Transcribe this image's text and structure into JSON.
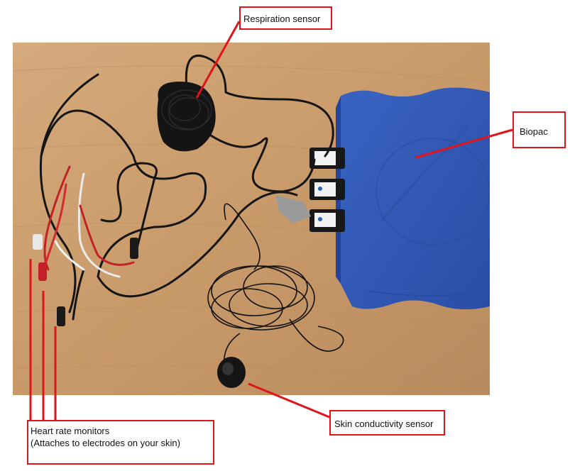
{
  "photo": {
    "background_color": "#c89a6c",
    "device_color": "#2f55b0",
    "cable_color": "#1a1a1a",
    "annotation_color": "#e0141b"
  },
  "labels": {
    "respiration": "Respiration sensor",
    "biopac": "Biopac",
    "skin": "Skin conductivity sensor",
    "heart_line1": "Heart rate monitors",
    "heart_line2": "(Attaches to electrodes on your skin)"
  }
}
